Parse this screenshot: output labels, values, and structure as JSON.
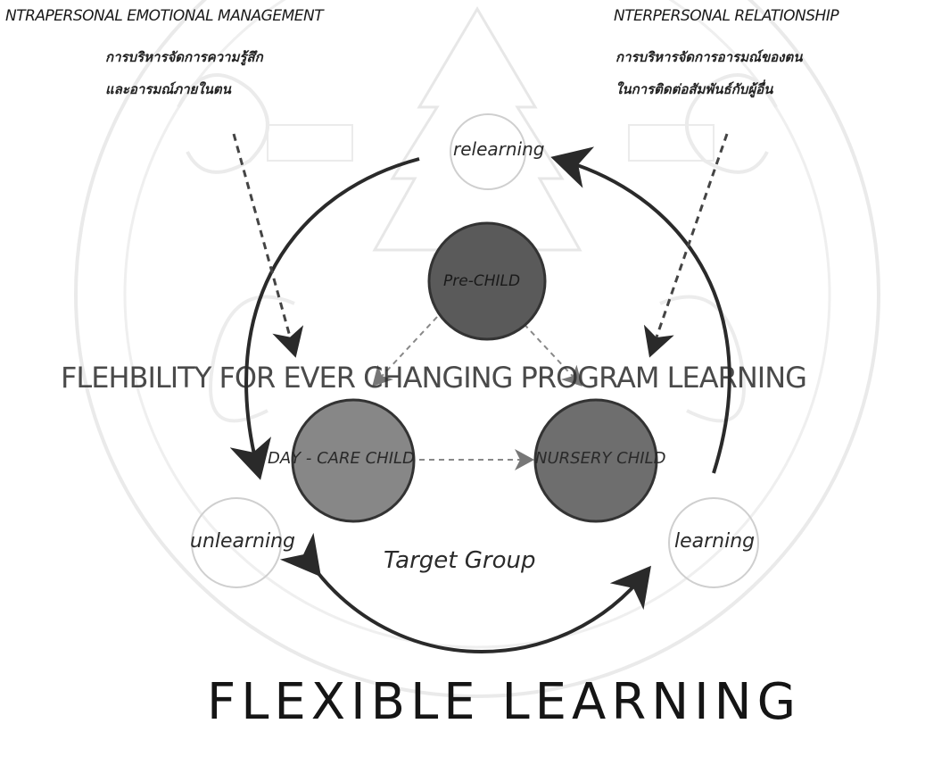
{
  "headers": {
    "left": {
      "title": "NTRAPERSONAL EMOTIONAL MANAGEMENT",
      "thai_line1": "การบริหารจัดการความรู้สึก",
      "thai_line2": "และอารมณ์ภายในตน"
    },
    "right": {
      "title": "NTERPERSONAL RELATIONSHIP",
      "thai_line1": "การบริหารจัดการอารมณ์ของตน",
      "thai_line2": "ในการติดต่อสัมพันธ์กับผู้อื่น"
    }
  },
  "cycle": {
    "relearning": "relearning",
    "unlearning": "unlearning",
    "learning": "learning"
  },
  "center_band": "FLEHBILITY FOR EVER CHANGING PROGRAM LEARNING",
  "children": {
    "top": "Pre-CHILD",
    "left": "DAY - CARE CHILD",
    "right": "NURSERY CHILD"
  },
  "target_group": "Target Group",
  "main_title": "FLEXIBLE LEARNING",
  "colors": {
    "ink": "#1c1c1c",
    "circle_dark": "#555555",
    "circle_mid": "#7d7d7d",
    "watermark": "#dddddd",
    "soft_ring": "#c8c8c8"
  },
  "watermark": "seal-emblem"
}
